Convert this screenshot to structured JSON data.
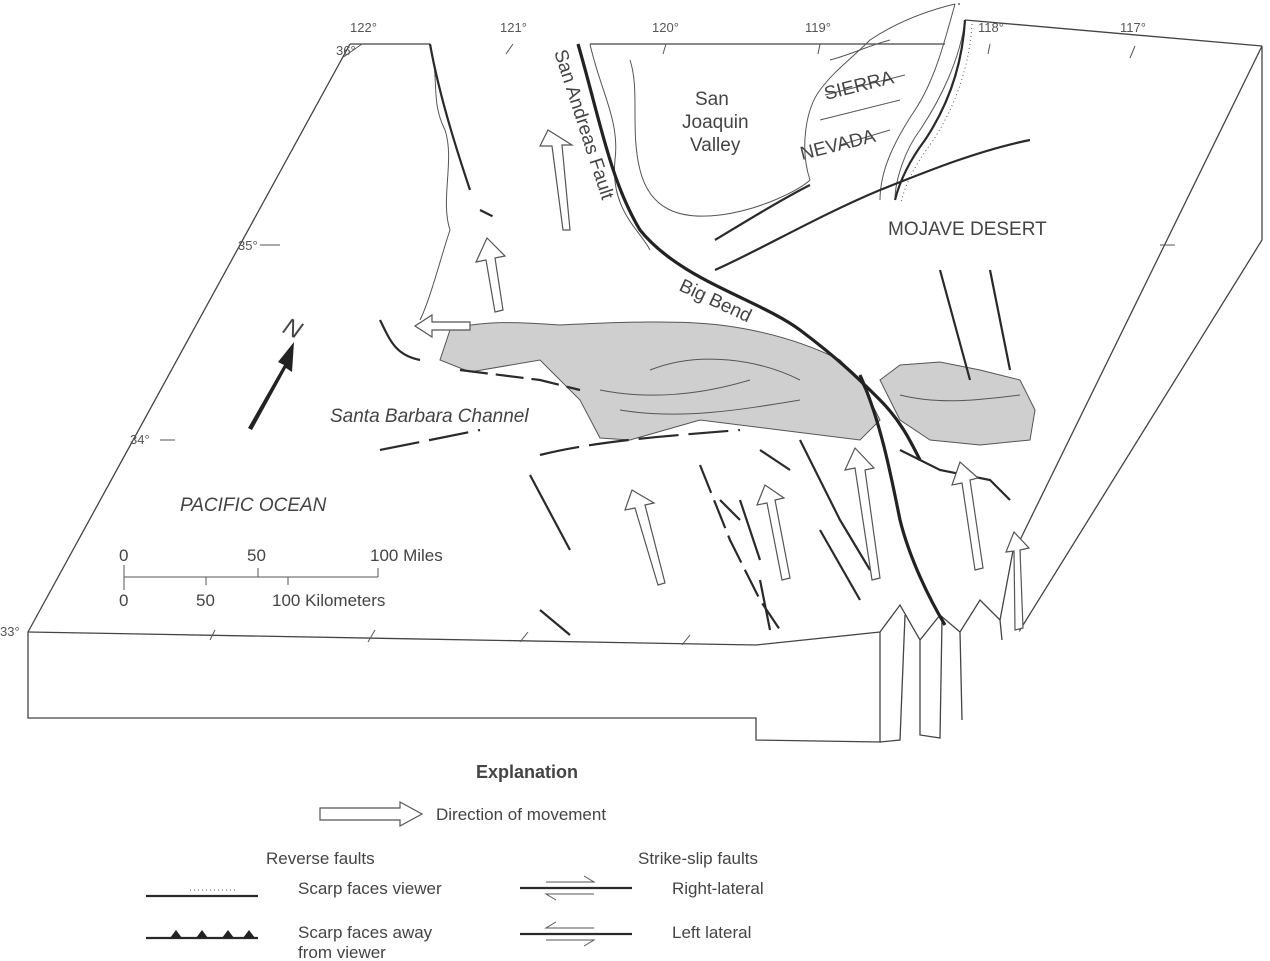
{
  "longitudes": [
    "122°",
    "121°",
    "120°",
    "119°",
    "118°",
    "117°"
  ],
  "latitudes": [
    "36°",
    "35°",
    "34°",
    "33°"
  ],
  "labels": {
    "san_andreas": "San Andreas Fault",
    "big_bend": "Big Bend",
    "san_joaquin_1": "San",
    "san_joaquin_2": "Joaquin",
    "san_joaquin_3": "Valley",
    "sierra": "SIERRA",
    "nevada": "NEVADA",
    "mojave": "MOJAVE DESERT",
    "santa_barbara": "Santa Barbara Channel",
    "pacific": "PACIFIC OCEAN",
    "north": "N"
  },
  "scale": {
    "miles": [
      "0",
      "50",
      "100 Miles"
    ],
    "km": [
      "0",
      "50",
      "100 Kilometers"
    ]
  },
  "legend": {
    "title": "Explanation",
    "direction": "Direction of movement",
    "reverse_header": "Reverse faults",
    "strike_header": "Strike-slip faults",
    "scarp_viewer": "Scarp faces viewer",
    "scarp_away_1": "Scarp faces away",
    "scarp_away_2": "from viewer",
    "right_lateral": "Right-lateral",
    "left_lateral": "Left lateral"
  }
}
